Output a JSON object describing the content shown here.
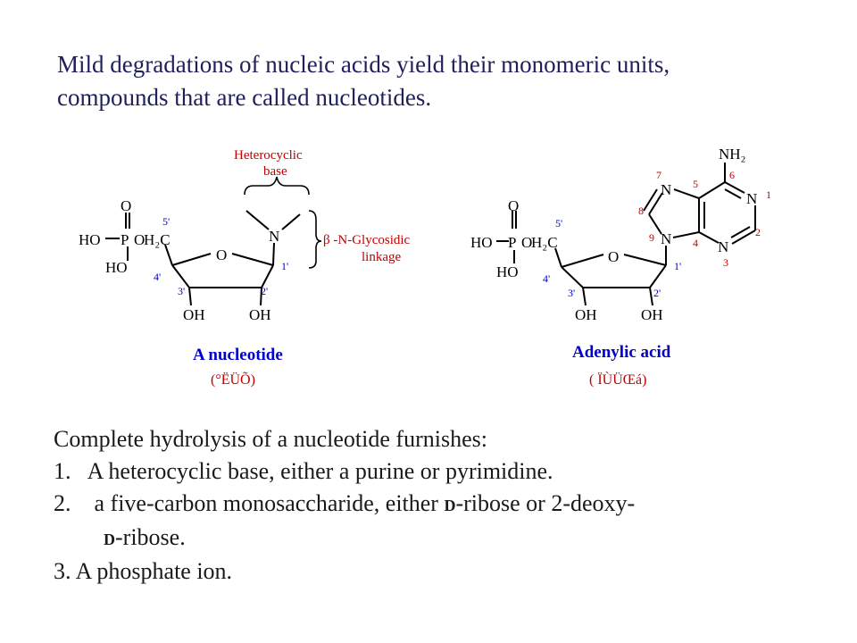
{
  "intro": {
    "line1": "Mild degradations of nucleic acids yield their monomeric units,",
    "line2": "compounds that are called nucleotides."
  },
  "nucleotide": {
    "heterocyclic_base_1": "Heterocyclic",
    "heterocyclic_base_2": "base",
    "glycosidic_1": "β -N-Glycosidic",
    "glycosidic_2": "linkage",
    "title": "A nucleotide",
    "subtitle": "(°ËÜÕ)"
  },
  "adenylic": {
    "title": "Adenylic acid",
    "subtitle": "( ÏÙÜŒá)"
  },
  "chem": {
    "O": "O",
    "HO": "HO",
    "P": "P",
    "OH": "OH",
    "H2C": "H₂C",
    "N": "N",
    "NH2": "NH₂",
    "hydroxyl_left": "HO",
    "hydroxyl_right": "OH",
    "pos_5": "5'",
    "pos_4": "4'",
    "pos_3": "3'",
    "pos_2": "2'",
    "pos_1": "1'",
    "ring_1": "1",
    "ring_2": "2",
    "ring_3": "3",
    "ring_4": "4",
    "ring_5": "5",
    "ring_6": "6",
    "ring_7": "7",
    "ring_8": "8",
    "ring_9": "9"
  },
  "hydrolysis": {
    "heading": "Complete hydrolysis of a nucleotide furnishes:",
    "item1_num": "1.",
    "item1_text": "A heterocyclic base, either a purine or pyrimidine.",
    "item2_num": "2.",
    "item2_a": "a five-carbon monosaccharide, either ",
    "item2_d1": "D",
    "item2_b": "-ribose or 2-deoxy-",
    "item2_d2": "D",
    "item2_c": "-ribose.",
    "item3": "3. A phosphate ion."
  },
  "colors": {
    "label_red": "#c00000",
    "title_blue": "#0000cc",
    "text_navy": "#1f1f5c"
  }
}
